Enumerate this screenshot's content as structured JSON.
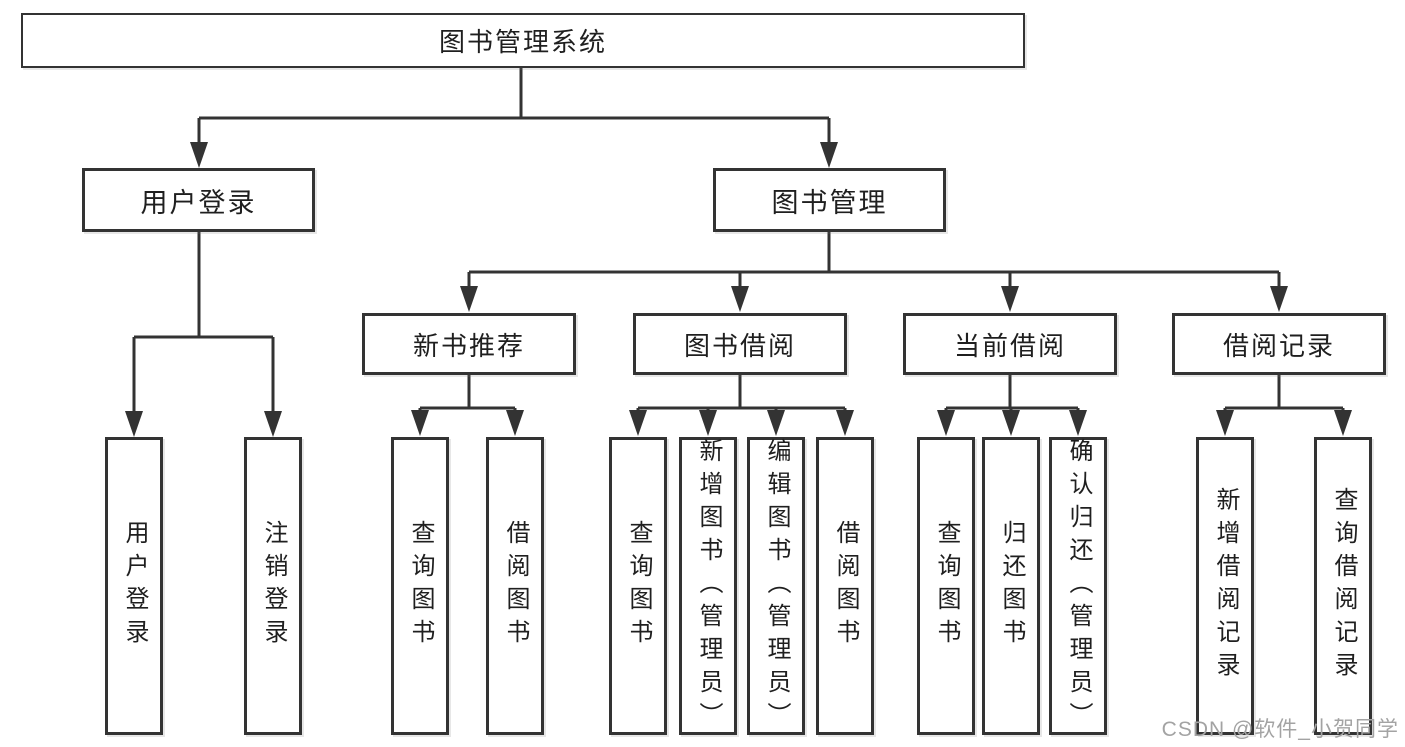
{
  "title": "图书管理系统",
  "watermark": {
    "text": "CSDN @软件_小贺同学"
  },
  "colors": {
    "line": "#333333",
    "box_border": "#333333",
    "box_fill": "#ffffff",
    "text": "#1f1f1f",
    "watermark": "#a3a3a3",
    "background": "#ffffff"
  },
  "hierarchy": {
    "root": {
      "label": "图书管理系统"
    },
    "children": [
      {
        "label": "用户登录",
        "children": [
          {
            "label": "用户登录"
          },
          {
            "label": "注销登录"
          }
        ]
      },
      {
        "label": "图书管理",
        "children": [
          {
            "label": "新书推荐",
            "children": [
              {
                "label": "查询图书"
              },
              {
                "label": "借阅图书"
              }
            ]
          },
          {
            "label": "图书借阅",
            "children": [
              {
                "label": "查询图书"
              },
              {
                "label": "新增图书（管理员）"
              },
              {
                "label": "编辑图书（管理员）"
              },
              {
                "label": "借阅图书"
              }
            ]
          },
          {
            "label": "当前借阅",
            "children": [
              {
                "label": "查询图书"
              },
              {
                "label": "归还图书"
              },
              {
                "label": "确认归还（管理员）"
              }
            ]
          },
          {
            "label": "借阅记录",
            "children": [
              {
                "label": "新增借阅记录"
              },
              {
                "label": "查询借阅记录"
              }
            ]
          }
        ]
      }
    ]
  }
}
